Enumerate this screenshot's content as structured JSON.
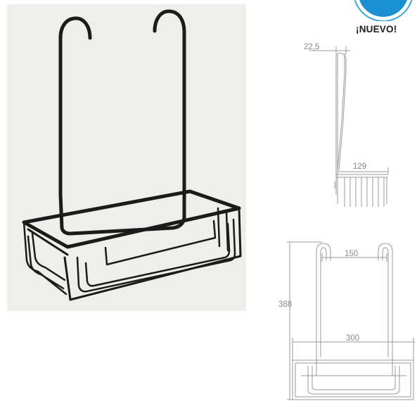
{
  "badge": {
    "label": "¡NUEVO!",
    "color": "#1a8fd1"
  },
  "photo": {
    "background": "#eeeeed",
    "product_color": "#1b1b1b"
  },
  "dimensions": {
    "depth_top": "22,5",
    "depth_basket": "129",
    "hook_spacing": "150",
    "height": "388",
    "width": "300"
  },
  "drawing_color": "#9a9a9a"
}
